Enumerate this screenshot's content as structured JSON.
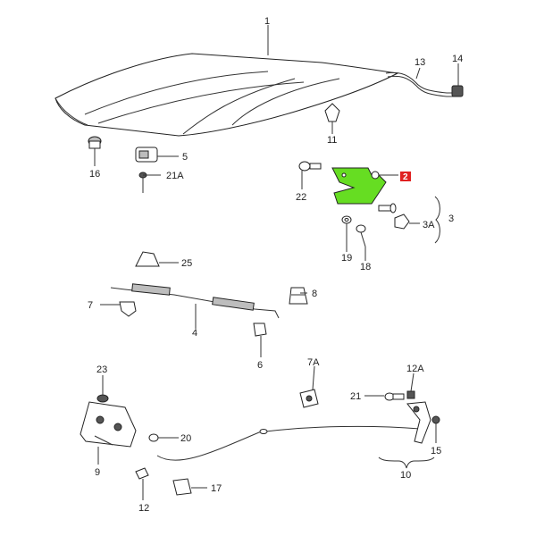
{
  "diagram": {
    "highlight_color": "#66dd22",
    "marker_color": "#e02020",
    "labels": {
      "l1": "1",
      "l2": "2",
      "l3": "3",
      "l3a": "3A",
      "l4": "4",
      "l5": "5",
      "l6": "6",
      "l7": "7",
      "l7a": "7A",
      "l8": "8",
      "l9": "9",
      "l10": "10",
      "l11": "11",
      "l12": "12",
      "l12a": "12A",
      "l13": "13",
      "l14": "14",
      "l15": "15",
      "l16": "16",
      "l17": "17",
      "l18": "18",
      "l19": "19",
      "l20": "20",
      "l21": "21",
      "l21a": "21A",
      "l22": "22",
      "l23": "23",
      "l25": "25"
    }
  }
}
